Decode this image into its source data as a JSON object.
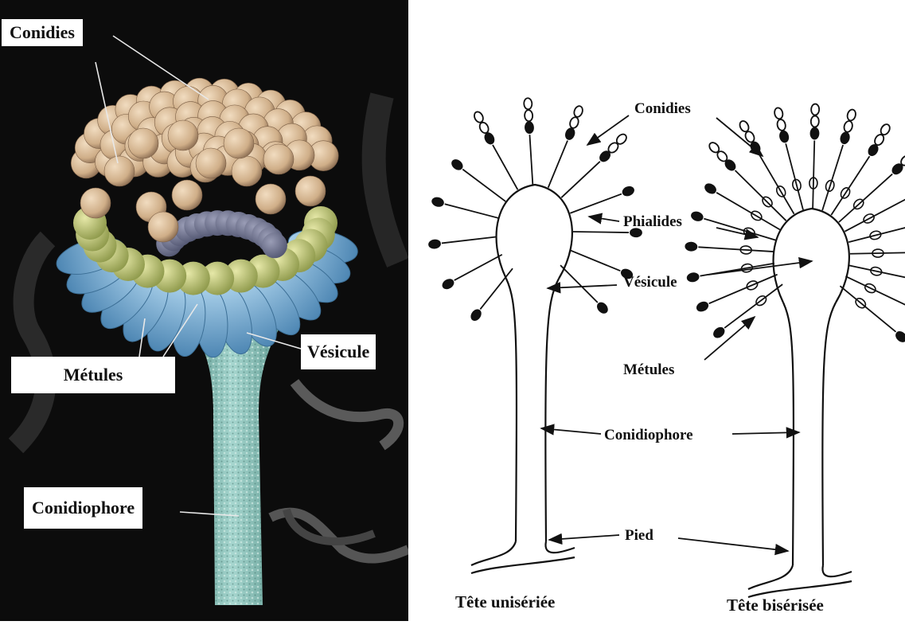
{
  "photo": {
    "labels": {
      "conidies": "Conidies",
      "metules": "Métules",
      "vesicule": "Vésicule",
      "conidiophore": "Conidiophore"
    }
  },
  "drawing": {
    "labels": {
      "conidies": "Conidies",
      "phialides": "Phialides",
      "vesicule": "Vésicule",
      "metules": "Métules",
      "conidiophore": "Conidiophore",
      "pied": "Pied"
    },
    "captions": {
      "left": "Tête unisériée",
      "right": "Tête bisérisée"
    }
  },
  "colors": {
    "photo_background": "#0c0c0c",
    "conidia": "#d9bc98",
    "metulae_blue": "#7fb2d6",
    "phialides_green": "#c4c978",
    "stalk": "#8fc6be"
  }
}
